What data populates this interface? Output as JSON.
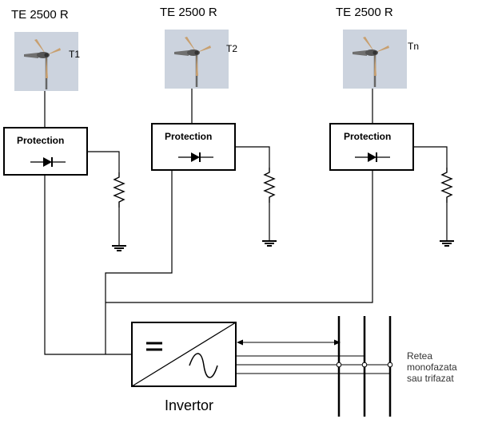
{
  "turbines": [
    {
      "model": "TE 2500 R",
      "tag": "T1"
    },
    {
      "model": "TE 2500 R",
      "tag": "T2"
    },
    {
      "model": "TE 2500 R",
      "tag": "Tn"
    }
  ],
  "protection_label": "Protection",
  "inverter_label": "Invertor",
  "grid_label": [
    "Retea",
    "monofazata",
    "sau trifazat"
  ],
  "colors": {
    "line": "#000000",
    "turbine_bg": "#ccd3de",
    "blade": "#c8a070",
    "hub": "#555555"
  }
}
